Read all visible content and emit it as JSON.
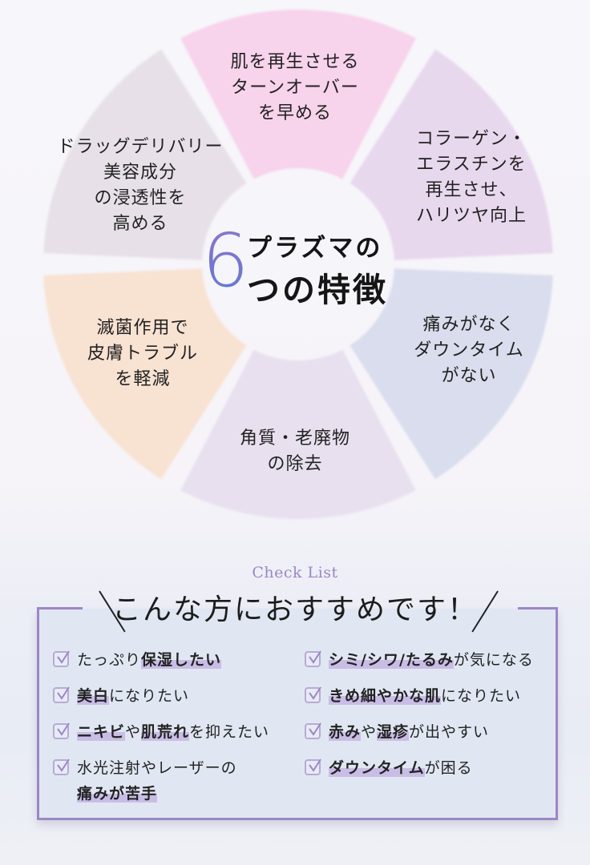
{
  "wheel": {
    "center": {
      "number": "6",
      "line1": "プラズマの",
      "line2": "つの特徴"
    },
    "segments": [
      {
        "label": "肌を再生させる\nターンオーバー\nを早める",
        "color": "#f7d3ec"
      },
      {
        "label": "コラーゲン・\nエラスチンを\n再生させ、\nハリツヤ向上",
        "color": "#e8d8ee"
      },
      {
        "label": "痛みがなく\nダウンタイム\nがない",
        "color": "#d9dded"
      },
      {
        "label": "角質・老廃物\nの除去",
        "color": "#e8e0ef"
      },
      {
        "label": "滅菌作用で\n皮膚トラブル\nを軽減",
        "color": "#f8e2d2"
      },
      {
        "label": "ドラッグデリバリー\n美容成分\nの浸透性を\n高める",
        "color": "#e7e0e9"
      }
    ]
  },
  "checklist": {
    "eyebrow": "Check List",
    "heading": "こんな方におすすめです！",
    "accent_color": "#9d86c6",
    "left": [
      {
        "parts": [
          {
            "t": "たっぷり",
            "b": false
          },
          {
            "t": "保湿したい",
            "b": true
          }
        ]
      },
      {
        "parts": [
          {
            "t": "美白",
            "b": true
          },
          {
            "t": "になりたい",
            "b": false
          }
        ]
      },
      {
        "parts": [
          {
            "t": "ニキビ",
            "b": true
          },
          {
            "t": "や",
            "b": false
          },
          {
            "t": "肌荒れ",
            "b": true
          },
          {
            "t": "を抑えたい",
            "b": false
          }
        ]
      },
      {
        "parts": [
          {
            "t": "水光注射やレーザーの",
            "b": false
          }
        ],
        "line2": "痛みが苦手"
      }
    ],
    "right": [
      {
        "parts": [
          {
            "t": "シミ/シワ/たるみ",
            "b": true
          },
          {
            "t": "が気になる",
            "b": false
          }
        ]
      },
      {
        "parts": [
          {
            "t": "きめ細やかな肌",
            "b": true
          },
          {
            "t": "になりたい",
            "b": false
          }
        ]
      },
      {
        "parts": [
          {
            "t": "赤み",
            "b": true
          },
          {
            "t": "や",
            "b": false
          },
          {
            "t": "湿疹",
            "b": true
          },
          {
            "t": "が出やすい",
            "b": false
          }
        ]
      },
      {
        "parts": [
          {
            "t": "ダウンタイム",
            "b": true
          },
          {
            "t": "が困る",
            "b": false
          }
        ]
      }
    ]
  }
}
